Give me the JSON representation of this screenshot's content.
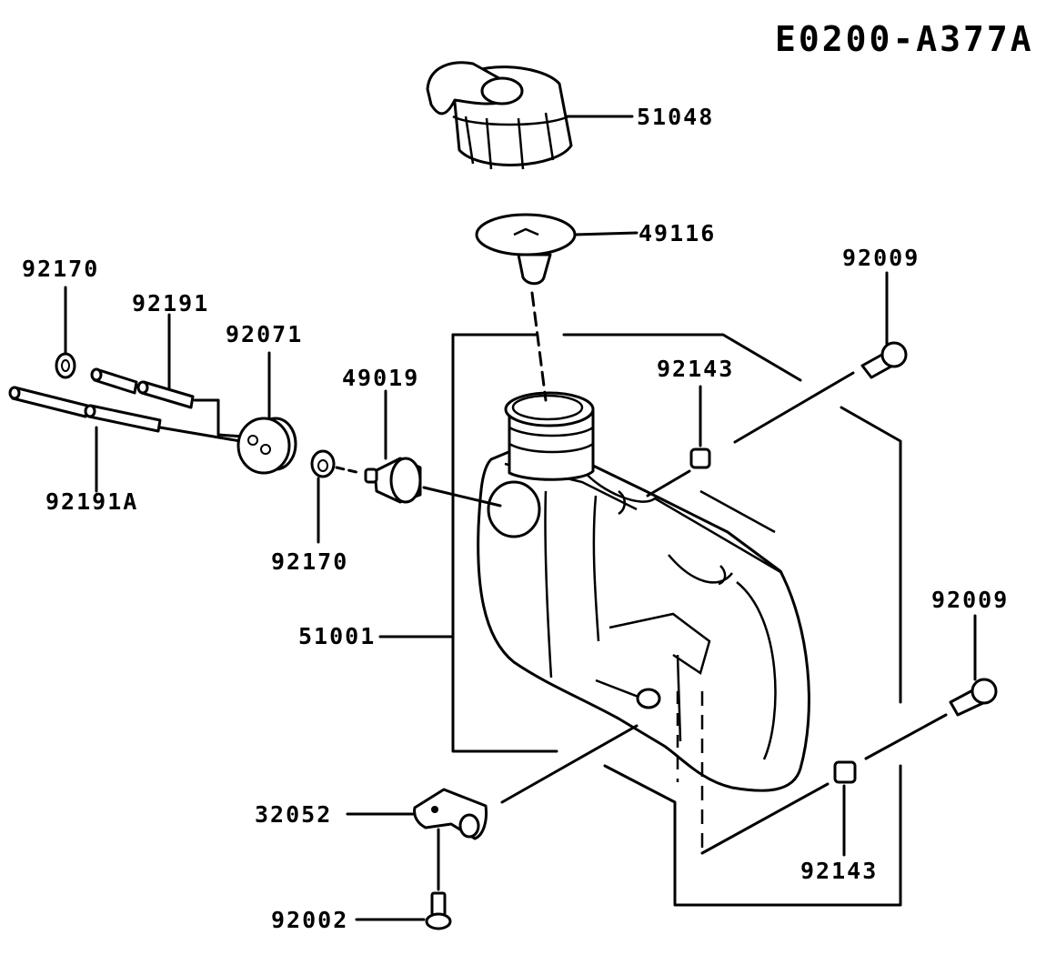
{
  "diagram_code": "E0200-A377A",
  "callouts": {
    "cap": "51048",
    "filter": "49116",
    "bolt_top": "92009",
    "bolt_right": "92009",
    "collar_top": "92143",
    "collar_bottom": "92143",
    "tank": "51001",
    "bracket": "32052",
    "screw": "92002",
    "grommet_washer": "92170",
    "washer_left": "92170",
    "hose_short": "92191",
    "hose_long": "92191A",
    "grommet": "92071",
    "vent": "49019"
  }
}
